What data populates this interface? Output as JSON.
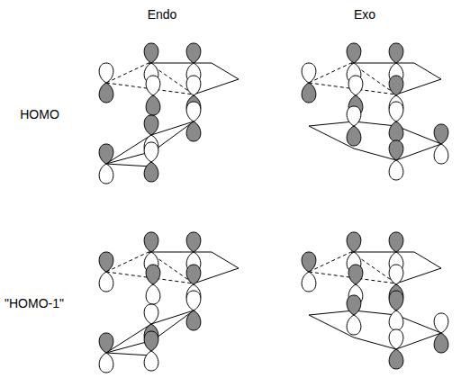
{
  "diagram": {
    "labels": [
      "Endo",
      "Exo",
      "HOMO",
      "\"HOMO-1\""
    ]
  }
}
